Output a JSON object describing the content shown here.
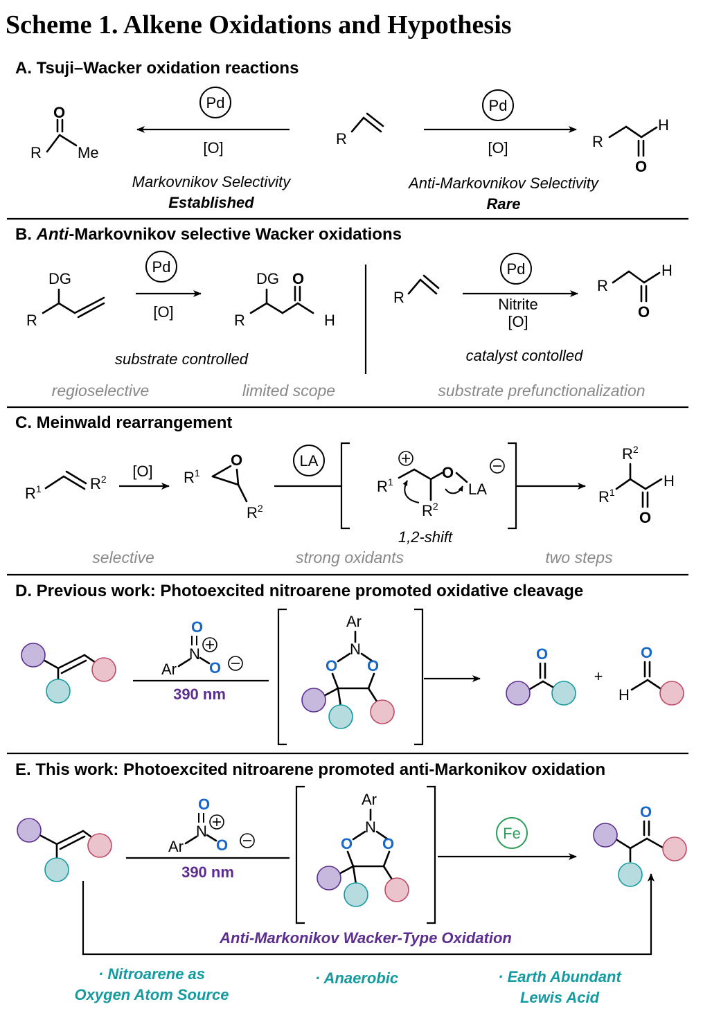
{
  "title": "Scheme 1. Alkene Oxidations and Hypothesis",
  "A": {
    "header": "A. Tsuji–Wacker oxidation reactions",
    "catalyst": "Pd",
    "oxidant": "[O]",
    "left_sel": "Markovnikov Selectivity",
    "left_status": "Established",
    "right_sel": "Anti-Markovnikov Selectivity",
    "right_status": "Rare"
  },
  "B": {
    "header_prefix": "B. ",
    "header_italic": "Anti",
    "header_rest": "-Markovnikov selective Wacker oxidations",
    "catalyst": "Pd",
    "oxidant": "[O]",
    "nitrite": "Nitrite",
    "substrate_controlled": "substrate controlled",
    "catalyst_controlled": "catalyst contolled",
    "notes": [
      "regioselective",
      "limited scope",
      "substrate prefunctionalization"
    ]
  },
  "C": {
    "header": "C. Meinwald rearrangement",
    "oxidant": "[O]",
    "catalyst": "LA",
    "shift": "1,2-shift",
    "notes": [
      "selective",
      "strong oxidants",
      "two steps"
    ]
  },
  "D": {
    "header": "D. Previous work: Photoexcited nitroarene promoted oxidative cleavage",
    "wavelength": "390 nm",
    "plus": "+"
  },
  "E": {
    "header": "E. This work: Photoexcited nitroarene promoted anti-Markonikov oxidation",
    "wavelength": "390 nm",
    "catalyst": "Fe",
    "banner": "Anti-Markonikov Wacker-Type Oxidation",
    "features": [
      "· Nitroarene as",
      "Oxygen Atom Source",
      "· Anaerobic",
      "· Earth Abundant",
      "Lewis Acid"
    ]
  },
  "colors": {
    "purple": "#5b2d90",
    "oxygen_blue": "#1669c9",
    "teal": "#159aa0",
    "fe_green": "#2e9e5a",
    "purple_circle": "#c7b8dd",
    "teal_circle": "#b7dce0",
    "pink_circle": "#ebc3cc"
  }
}
